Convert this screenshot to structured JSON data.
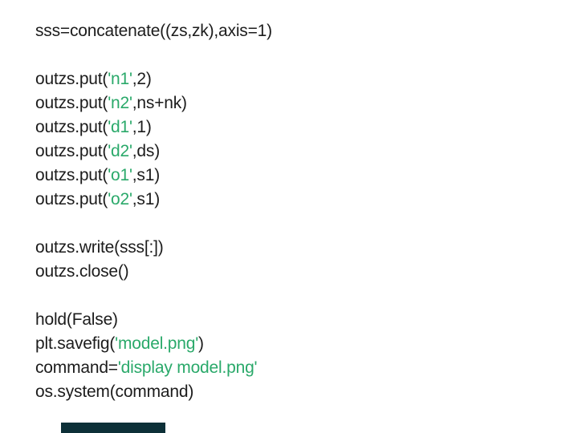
{
  "slide": {
    "background": "#ffffff"
  },
  "colors": {
    "text": "#1c1c1c",
    "string": "#2aa96a",
    "bottom_bar": "#0d3038"
  },
  "code_lines": [
    {
      "segments": [
        {
          "type": "plain",
          "text": "sss=concatenate((zs,zk),axis=1)"
        }
      ]
    },
    {
      "segments": []
    },
    {
      "segments": [
        {
          "type": "plain",
          "text": "outzs.put("
        },
        {
          "type": "string",
          "text": "'n1'"
        },
        {
          "type": "plain",
          "text": ",2)"
        }
      ]
    },
    {
      "segments": [
        {
          "type": "plain",
          "text": "outzs.put("
        },
        {
          "type": "string",
          "text": "'n2'"
        },
        {
          "type": "plain",
          "text": ",ns+nk)"
        }
      ]
    },
    {
      "segments": [
        {
          "type": "plain",
          "text": "outzs.put("
        },
        {
          "type": "string",
          "text": "'d1'"
        },
        {
          "type": "plain",
          "text": ",1)"
        }
      ]
    },
    {
      "segments": [
        {
          "type": "plain",
          "text": "outzs.put("
        },
        {
          "type": "string",
          "text": "'d2'"
        },
        {
          "type": "plain",
          "text": ",ds)"
        }
      ]
    },
    {
      "segments": [
        {
          "type": "plain",
          "text": "outzs.put("
        },
        {
          "type": "string",
          "text": "'o1'"
        },
        {
          "type": "plain",
          "text": ",s1)"
        }
      ]
    },
    {
      "segments": [
        {
          "type": "plain",
          "text": "outzs.put("
        },
        {
          "type": "string",
          "text": "'o2'"
        },
        {
          "type": "plain",
          "text": ",s1)"
        }
      ]
    },
    {
      "segments": []
    },
    {
      "segments": [
        {
          "type": "plain",
          "text": "outzs.write(sss[:])"
        }
      ]
    },
    {
      "segments": [
        {
          "type": "plain",
          "text": "outzs.close()"
        }
      ]
    },
    {
      "segments": []
    },
    {
      "segments": [
        {
          "type": "plain",
          "text": "hold(False)"
        }
      ]
    },
    {
      "segments": [
        {
          "type": "plain",
          "text": "plt.savefig("
        },
        {
          "type": "string",
          "text": "'model.png'"
        },
        {
          "type": "plain",
          "text": ")"
        }
      ]
    },
    {
      "segments": [
        {
          "type": "plain",
          "text": "command="
        },
        {
          "type": "string",
          "text": "'display model.png'"
        }
      ]
    },
    {
      "segments": [
        {
          "type": "plain",
          "text": "os.system(command)"
        }
      ]
    }
  ]
}
